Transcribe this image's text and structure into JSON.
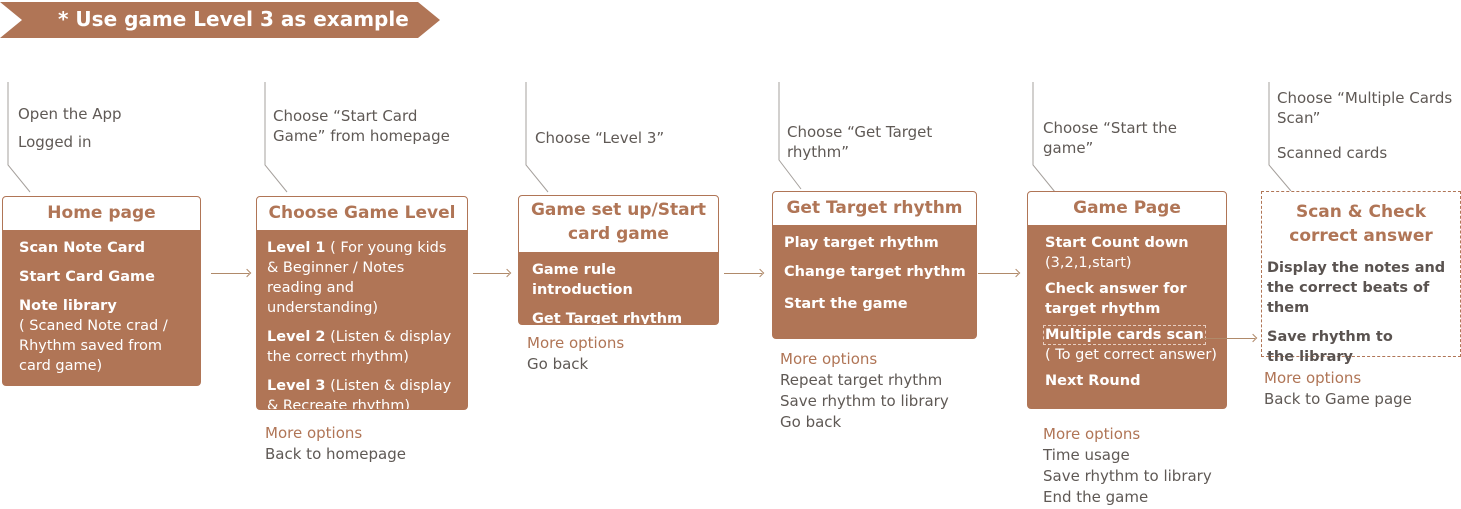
{
  "banner": {
    "text": "* Use game Level 3 as example",
    "color": "#b07556"
  },
  "accent_color": "#b07556",
  "steps": [
    {
      "notes": [
        "Open the App",
        "Logged in"
      ],
      "card": {
        "title": "Home page",
        "items": [
          {
            "bold": "Scan Note Card",
            "sub": ""
          },
          {
            "bold": "Start Card Game",
            "sub": ""
          },
          {
            "bold": "Note library",
            "sub": "( Scaned Note crad / Rhythm saved from card game)"
          }
        ]
      }
    },
    {
      "notes": [
        "Choose “Start Card Game” from homepage"
      ],
      "card": {
        "title": "Choose Game Level",
        "items": [
          {
            "bold": "Level 1",
            "sub": " ( For young kids & Beginner / Notes reading and understanding)"
          },
          {
            "bold": "Level 2",
            "sub": " (Listen & display the correct rhythm)"
          },
          {
            "bold": "Level 3",
            "sub": " (Listen & display & Recreate rhythm)"
          }
        ]
      },
      "more": {
        "label": "More options",
        "items": [
          "Back to homepage"
        ]
      }
    },
    {
      "notes": [
        "Choose “Level 3”"
      ],
      "card": {
        "title": "Game set up/Start card game",
        "items": [
          {
            "bold": "Game rule introduction",
            "sub": ""
          },
          {
            "bold": "Get Target rhythm",
            "sub": ""
          }
        ]
      },
      "more": {
        "label": "More options",
        "items": [
          "Go back"
        ]
      }
    },
    {
      "notes": [
        "Choose “Get Target rhythm”"
      ],
      "card": {
        "title": "Get Target rhythm",
        "items": [
          {
            "bold": "Play target rhythm",
            "sub": ""
          },
          {
            "bold": "Change target rhythm",
            "sub": ""
          },
          {
            "bold": "Start the game",
            "sub": ""
          }
        ]
      },
      "more": {
        "label": "More options",
        "items": [
          "Repeat target rhythm",
          "Save rhythm to library",
          "Go back"
        ]
      }
    },
    {
      "notes": [
        "Choose “Start the game”"
      ],
      "card": {
        "title": "Game Page",
        "items": [
          {
            "bold": "Start Count down",
            "sub": "(3,2,1,start)"
          },
          {
            "bold": "Check answer for target rhythm",
            "sub": ""
          },
          {
            "bold": "Multiple cards scan",
            "sub": "( To get correct answer)"
          },
          {
            "bold": "Next Round",
            "sub": ""
          }
        ]
      },
      "more": {
        "label": "More options",
        "items": [
          "Time usage",
          "Save rhythm to library",
          "End the game"
        ]
      }
    },
    {
      "notes": [
        "Choose “Multiple Cards Scan”",
        "Scanned cards"
      ],
      "card": {
        "title": "Scan & Check correct answer",
        "items": [
          {
            "bold": "Display the notes and the correct beats of them",
            "sub": ""
          },
          {
            "bold": "Save rhythm to the library",
            "sub": ""
          }
        ]
      },
      "more": {
        "label": "More options",
        "items": [
          "Back to Game page"
        ]
      }
    }
  ]
}
